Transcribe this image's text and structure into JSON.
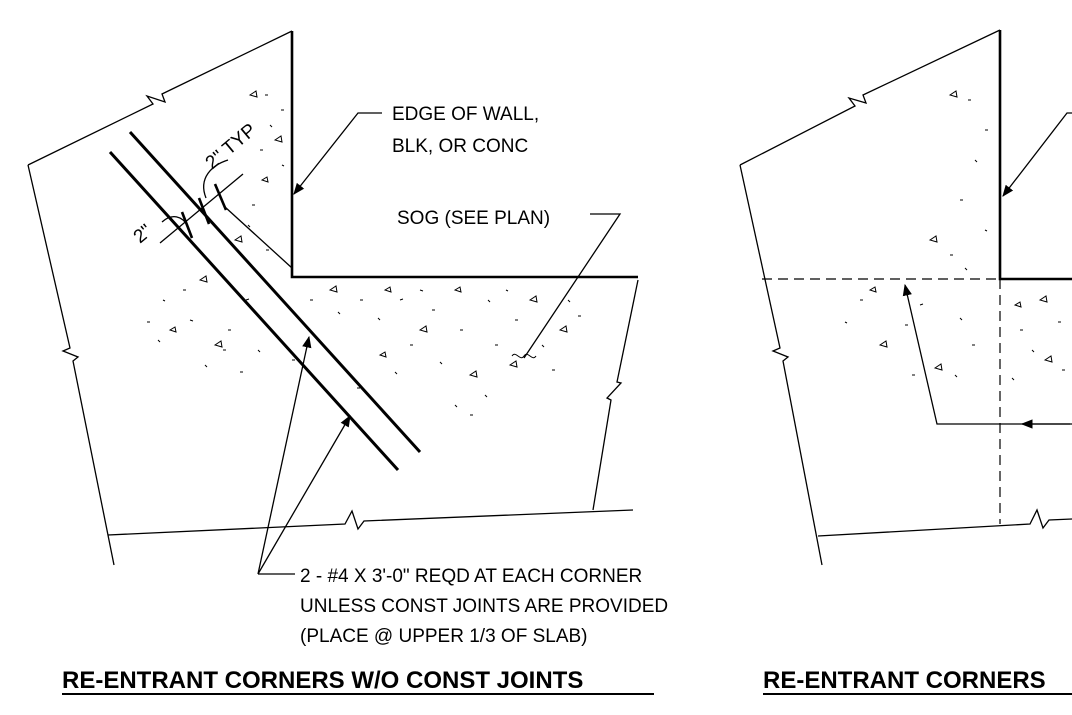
{
  "left_detail": {
    "wall_label_line1": "EDGE OF WALL,",
    "wall_label_line2": "BLK, OR CONC",
    "sog_label": "SOG (SEE PLAN)",
    "typ_dim": "2\" TYP",
    "dim_2in": "2\"",
    "rebar_note_line1": "2 - #4 X 3'-0\" REQD AT EACH CORNER",
    "rebar_note_line2": "UNLESS CONST JOINTS ARE PROVIDED",
    "rebar_note_line3": "(PLACE @ UPPER 1/3 OF SLAB)",
    "title": "RE-ENTRANT CORNERS W/O CONST JOINTS"
  },
  "right_detail": {
    "title": "RE-ENTRANT CORNERS"
  }
}
